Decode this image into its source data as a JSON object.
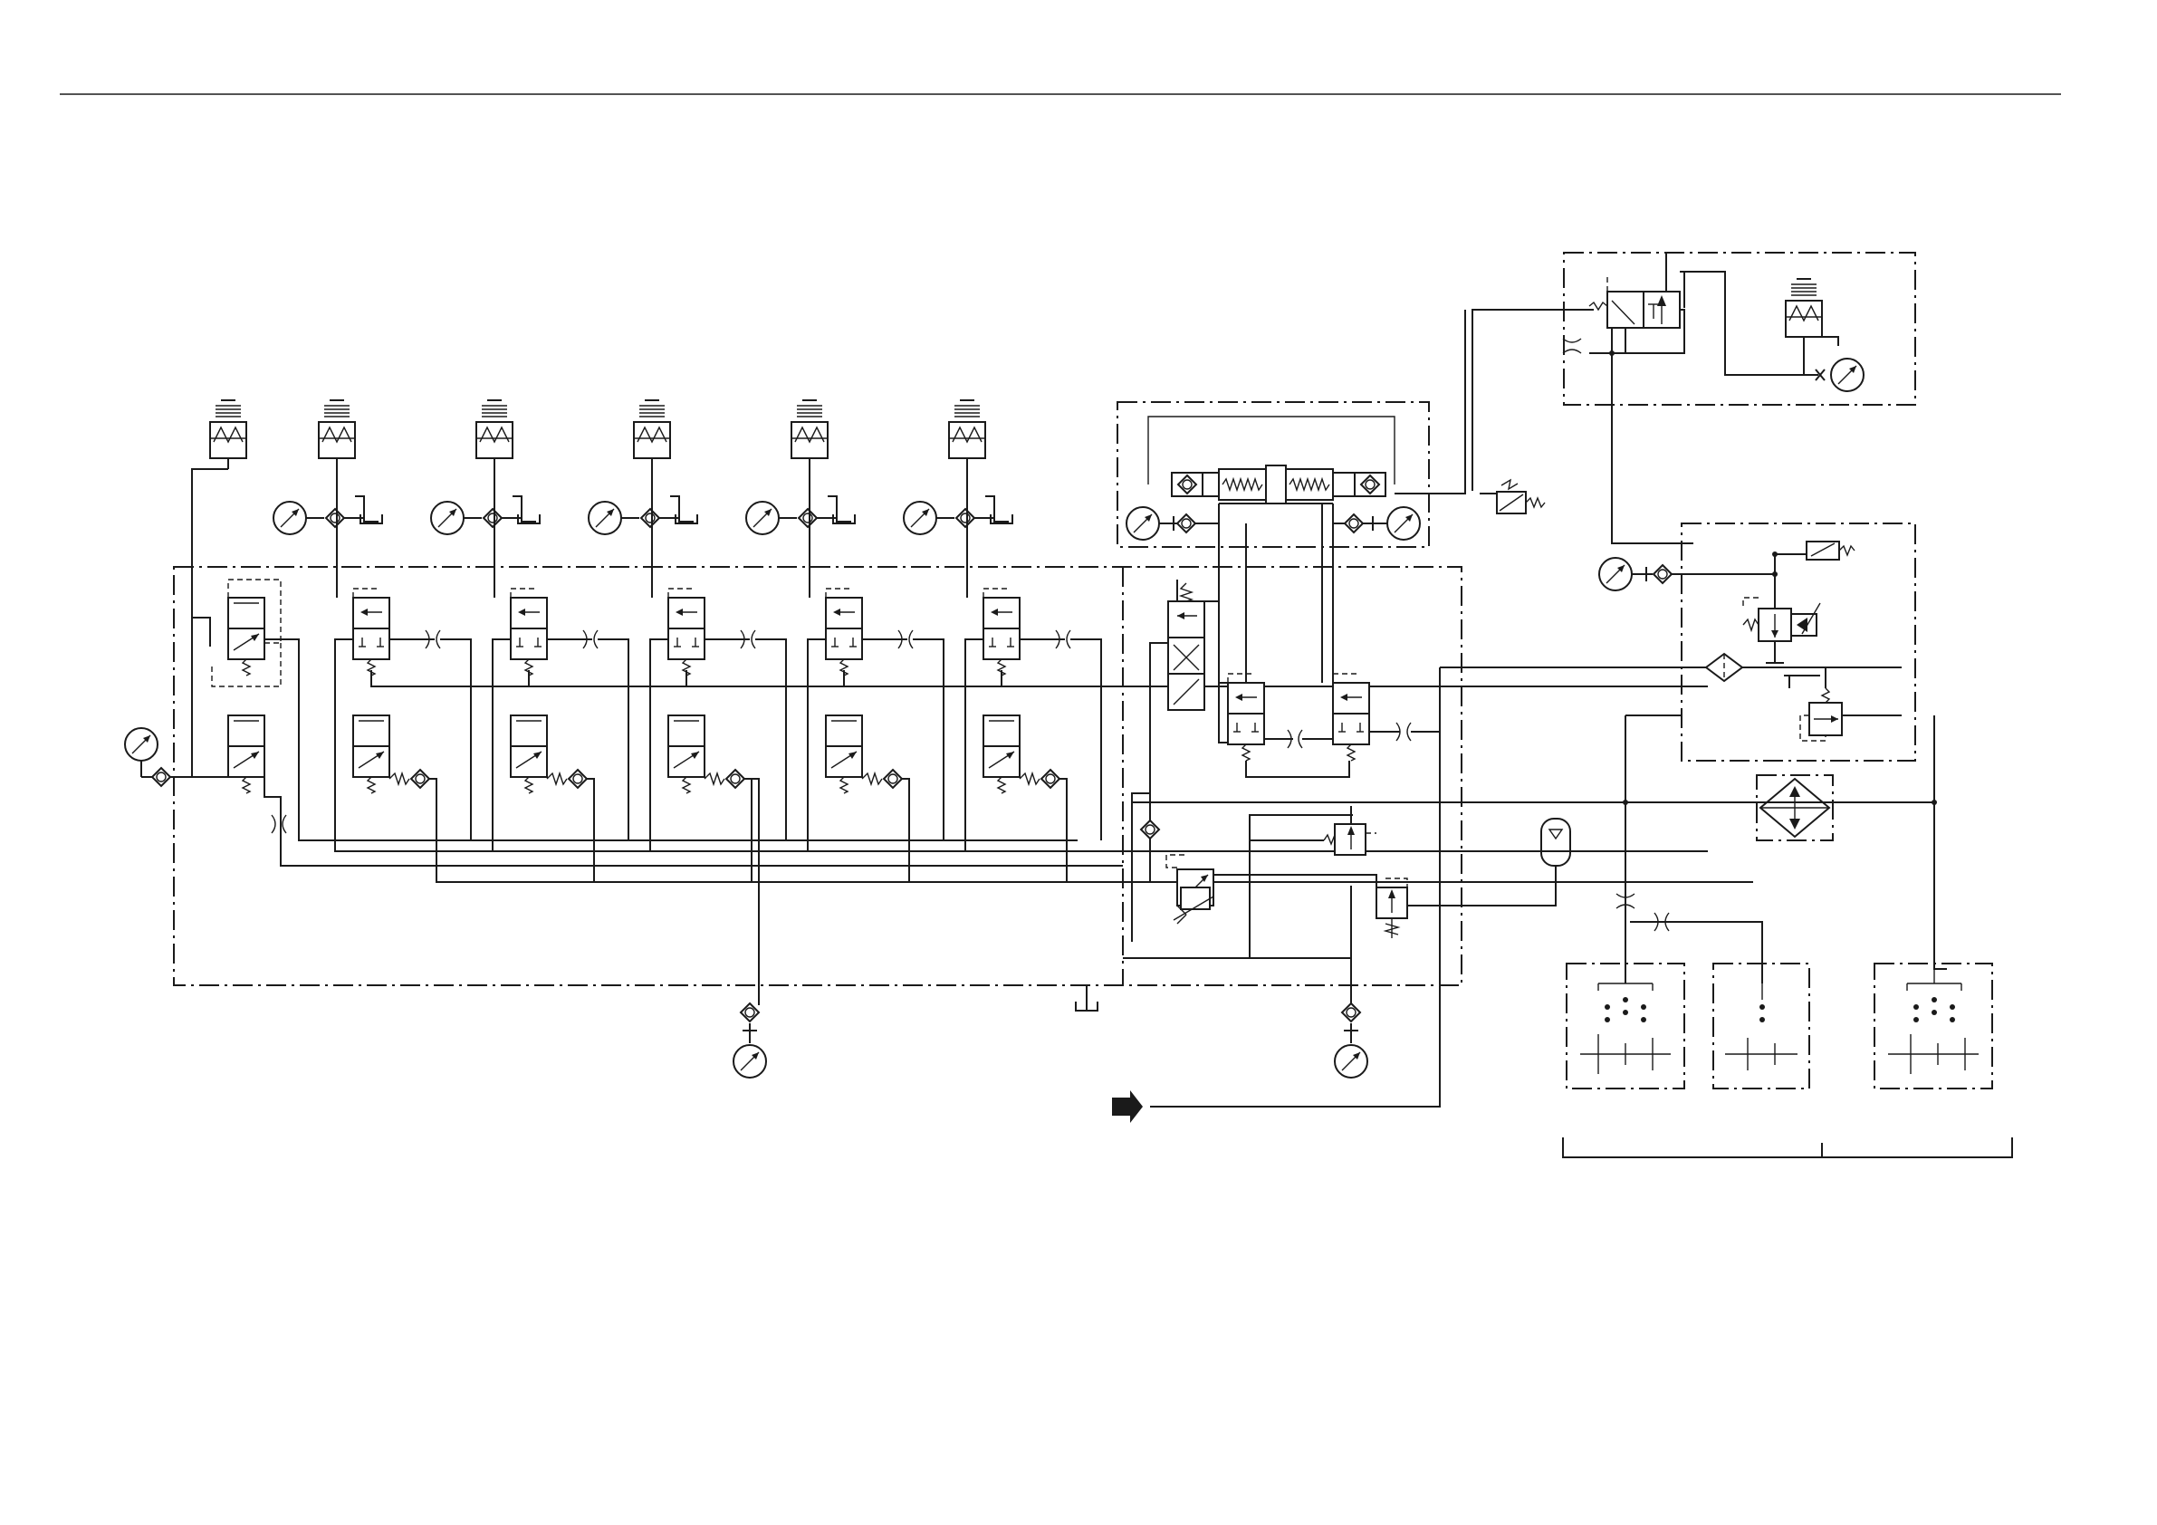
{
  "diagram": {
    "type": "hydraulic schematic",
    "line_color": "#1a1a1a",
    "background": "#ffffff",
    "upper_valve_bank_count": 6,
    "components": [
      "separator-rule",
      "cooling-valve-group",
      "shaft-lock-group",
      "supply-circuit-group",
      "main-valve-bank",
      "distribution-block",
      "filter-cooler",
      "lubrication-points"
    ]
  }
}
